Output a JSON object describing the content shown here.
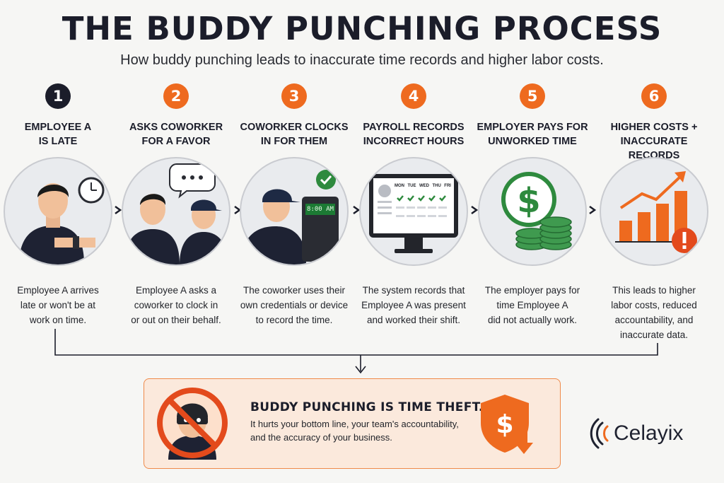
{
  "header": {
    "title": "THE BUDDY PUNCHING PROCESS",
    "subtitle": "How buddy punching leads to inaccurate time records and higher labor costs."
  },
  "steps": [
    {
      "number": "1",
      "label": "EMPLOYEE A\nIS LATE",
      "description": "Employee A arrives\nlate or won't be at\nwork on time.",
      "icon": "late-employee-checking-watch"
    },
    {
      "number": "2",
      "label": "ASKS COWORKER\nFOR A FAVOR",
      "description": "Employee A asks a\ncoworker to clock in\nor out on their behalf.",
      "icon": "two-employees-talking"
    },
    {
      "number": "3",
      "label": "COWORKER CLOCKS\nIN FOR THEM",
      "description": "The coworker uses their\nown credentials or device\nto record the time.",
      "icon": "coworker-at-time-clock"
    },
    {
      "number": "4",
      "label": "PAYROLL RECORDS\nINCORRECT HOURS",
      "description": "The system records that\nEmployee A was present\nand worked their shift.",
      "icon": "payroll-monitor"
    },
    {
      "number": "5",
      "label": "EMPLOYER PAYS FOR\nUNWORKED TIME",
      "description": "The employer pays for\ntime Employee A\ndid not actually work.",
      "icon": "dollar-and-coins"
    },
    {
      "number": "6",
      "label": "HIGHER COSTS +\nINACCURATE RECORDS",
      "description": "This leads to higher\nlabor costs, reduced\naccountability, and\ninaccurate data.",
      "icon": "rising-bar-chart-warning"
    }
  ],
  "clock_display": "8:00 AM",
  "payroll_days": [
    "MON",
    "TUE",
    "WED",
    "THU",
    "FRI"
  ],
  "banner": {
    "title": "BUDDY PUNCHING IS TIME THEFT.",
    "text": "It hurts your bottom line, your team's accountability,\nand the accuracy of your business."
  },
  "brand": {
    "name": "Celayix"
  },
  "colors": {
    "navy": "#1b1d2a",
    "orange": "#ee6a1f",
    "green": "#2e8a3e",
    "banner_bg": "#fbe9dc"
  }
}
